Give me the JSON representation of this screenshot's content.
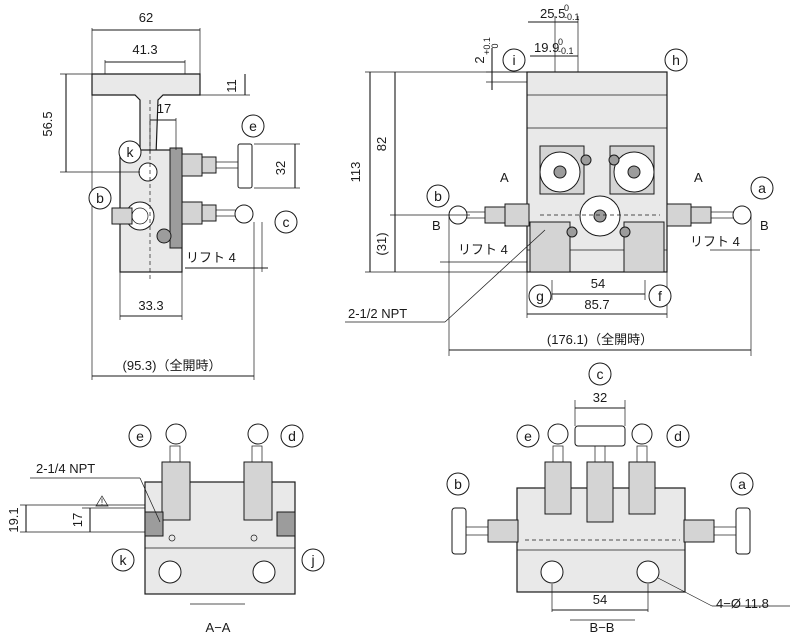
{
  "dimensions": {
    "w62": "62",
    "w41_3": "41.3",
    "h56_5": "56.5",
    "h11": "11",
    "w17": "17",
    "h32_left": "32",
    "lift_left": "リフト 4",
    "w33_3": "33.3",
    "w95_3": "(95.3)（全開時）",
    "w25_5": "25.5",
    "tol25_5_hi": "0",
    "tol25_5_lo": "-0.1",
    "w19_9": "19.9",
    "tol19_9_hi": "0",
    "tol19_9_lo": "-0.1",
    "h2": "2",
    "tol2_hi": "+0.1",
    "tol2_lo": "0",
    "h113": "113",
    "h82": "82",
    "h31": "(31)",
    "lift_mid_left": "リフト 4",
    "lift_mid_right": "リフト 4",
    "w54_top": "54",
    "w85_7": "85.7",
    "w176_1": "(176.1)（全開時）",
    "npt_half": "2-1/2 NPT",
    "npt_quarter": "2-1/4 NPT",
    "h19_1": "19.1",
    "h17_aa": "17",
    "w32_bb": "32",
    "w54_bb": "54",
    "holes": "4−Ø 11.8"
  },
  "section_marks": {
    "a_upper": "A",
    "a_lower": "A",
    "b_upper": "B",
    "b_lower": "B"
  },
  "callouts": {
    "a": "a",
    "b": "b",
    "c": "c",
    "d": "d",
    "e": "e",
    "f": "f",
    "g": "g",
    "h": "h",
    "i": "i",
    "j": "j",
    "k": "k"
  },
  "views": {
    "aa": "A−A",
    "bb": "B−B"
  },
  "warning_symbol": "!"
}
